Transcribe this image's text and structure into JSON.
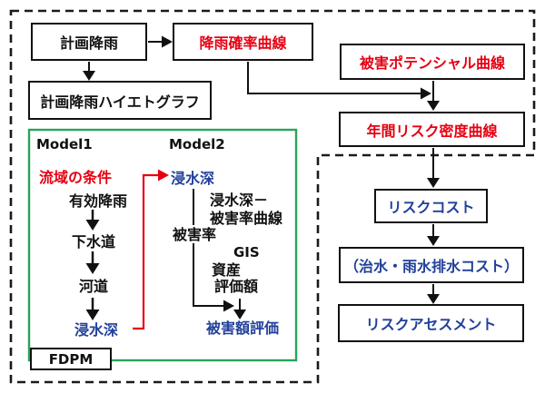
{
  "colors": {
    "red": "#e60012",
    "blue": "#21409a",
    "green": "#2aa45a",
    "ink": "#111111"
  },
  "boxes": {
    "planned_rainfall": {
      "label": "計画降雨"
    },
    "rainfall_probability_curve": {
      "label": "降雨確率曲線"
    },
    "planned_rainfall_hyetograph": {
      "label": "計画降雨ハイエトグラフ"
    },
    "damage_potential_curve": {
      "label": "被害ポテンシャル曲線"
    },
    "annual_risk_density_curve": {
      "label": "年間リスク密度曲線"
    },
    "risk_cost": {
      "label": "リスクコスト"
    },
    "flood_control_drainage_cost": {
      "label": "（治水・雨水排水コスト）"
    },
    "risk_assessment": {
      "label": "リスクアセスメント"
    },
    "fdpm": {
      "label": "FDPM"
    }
  },
  "labels": {
    "model1": "Model1",
    "model2": "Model2",
    "basin_conditions": "流域の条件",
    "effective_rainfall": "有効降雨",
    "sewer": "下水道",
    "river_channel": "河道",
    "inundation_depth_model1": "浸水深",
    "inundation_depth_model2": "浸水深",
    "depth_damage_curve": "浸水深－\n被害率曲線",
    "damage_rate": "被害率",
    "gis": "GIS",
    "assets": "資産",
    "assessed_value": "評価額",
    "damage_amount_evaluation": "被害額評価"
  }
}
